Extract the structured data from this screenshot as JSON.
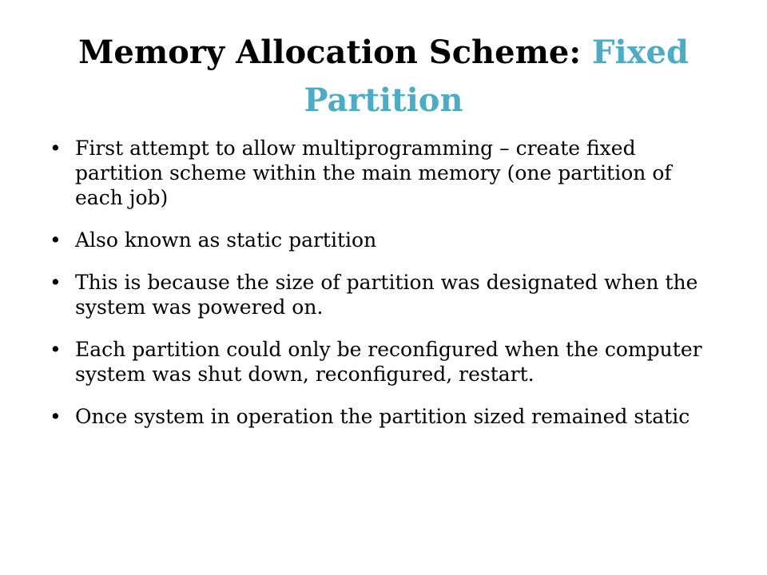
{
  "slide": {
    "title_main": "Memory Allocation Scheme: ",
    "title_accent": "Fixed Partition",
    "bullet_symbol": "•",
    "bullets": [
      "First attempt to allow multiprogramming – create fixed partition scheme within the main memory (one partition of each job)",
      "Also known as static partition",
      "This is because the size of partition was designated when the system was powered on.",
      "Each partition could only be reconfigured when the computer system was shut down, reconfigured, restart.",
      "Once system in operation the partition sized remained static"
    ],
    "colors": {
      "title": "#000000",
      "accent": "#4bacc6",
      "text": "#000000",
      "background": "#ffffff"
    }
  }
}
